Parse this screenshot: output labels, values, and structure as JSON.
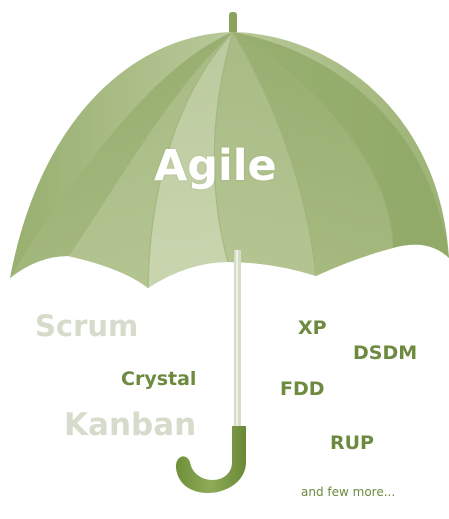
{
  "diagram": {
    "title": "Agile",
    "methods": {
      "scrum": "Scrum",
      "crystal": "Crystal",
      "kanban": "Kanban",
      "xp": "XP",
      "dsdm": "DSDM",
      "fdd": "FDD",
      "rup": "RUP",
      "more": "and few more..."
    }
  },
  "colors": {
    "canopy_main": "#aebf88",
    "canopy_light": "#c3d1a3",
    "canopy_dark": "#8fa765",
    "canopy_rib": "#9bb175",
    "shaft": "#d4dbc6",
    "handle": "#7a9a44",
    "label_dark": "#6d8a3f",
    "label_faded": "#d6dccb"
  }
}
